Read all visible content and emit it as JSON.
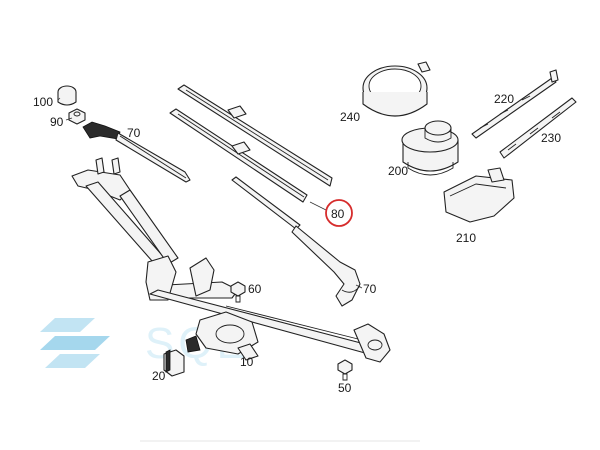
{
  "callouts": {
    "c100": "100",
    "c90": "90",
    "c70_top": "70",
    "c80": "80",
    "c70_arm": "70",
    "c60": "60",
    "c20": "20",
    "c10": "10",
    "c50": "50",
    "c240": "240",
    "c200": "200",
    "c210": "210",
    "c220": "220",
    "c230": "230"
  },
  "highlight_color": "#d62c2c",
  "watermark": {
    "text": "SQE",
    "color": "#a9d9ee"
  }
}
